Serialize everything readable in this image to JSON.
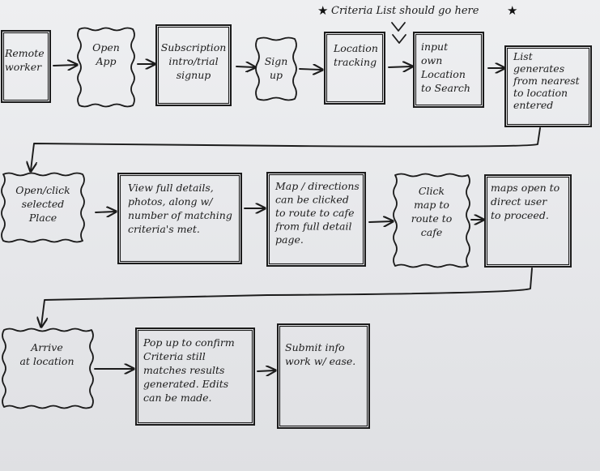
{
  "note": {
    "text": "Criteria List should go here",
    "star_left": "★",
    "star_right": "★"
  },
  "nodes": [
    {
      "id": "n1",
      "shape": "box",
      "lines": [
        "Remote",
        "worker"
      ]
    },
    {
      "id": "n2",
      "shape": "wavy",
      "lines": [
        "Open",
        "App"
      ]
    },
    {
      "id": "n3",
      "shape": "box",
      "lines": [
        "Subscription",
        "intro/trial",
        "signup"
      ]
    },
    {
      "id": "n4",
      "shape": "wavy",
      "lines": [
        "Sign",
        "up"
      ]
    },
    {
      "id": "n5",
      "shape": "box",
      "lines": [
        "Location",
        "tracking"
      ]
    },
    {
      "id": "n6",
      "shape": "box",
      "lines": [
        "input",
        "own",
        "Location",
        "to Search"
      ]
    },
    {
      "id": "n7",
      "shape": "box",
      "lines": [
        "List",
        "generates",
        "from nearest",
        "to location",
        "entered"
      ]
    },
    {
      "id": "n8",
      "shape": "wavy",
      "lines": [
        "Open/click",
        "selected",
        "Place"
      ]
    },
    {
      "id": "n9",
      "shape": "box",
      "lines": [
        "View full details,",
        "photos, along w/",
        "number of matching",
        "criteria's met."
      ]
    },
    {
      "id": "n10",
      "shape": "box",
      "lines": [
        "Map / directions",
        "can be clicked",
        "to route to cafe",
        "from full detail",
        "page."
      ]
    },
    {
      "id": "n11",
      "shape": "wavy",
      "lines": [
        "Click",
        "map to",
        "route to",
        "cafe"
      ]
    },
    {
      "id": "n12",
      "shape": "box",
      "lines": [
        "maps open to",
        "direct user",
        "to proceed."
      ]
    },
    {
      "id": "n13",
      "shape": "wavy",
      "lines": [
        "Arrive",
        "at location"
      ]
    },
    {
      "id": "n14",
      "shape": "box",
      "lines": [
        "Pop up to confirm",
        "Criteria still",
        "matches results",
        "generated. Edits",
        "can be made."
      ]
    },
    {
      "id": "n15",
      "shape": "box",
      "lines": [
        "Submit info",
        "work w/ ease."
      ]
    }
  ],
  "edges": [
    [
      "n1",
      "n2"
    ],
    [
      "n2",
      "n3"
    ],
    [
      "n3",
      "n4"
    ],
    [
      "n4",
      "n5"
    ],
    [
      "n5",
      "n6"
    ],
    [
      "n6",
      "n7"
    ],
    [
      "n7",
      "n8"
    ],
    [
      "n8",
      "n9"
    ],
    [
      "n9",
      "n10"
    ],
    [
      "n10",
      "n11"
    ],
    [
      "n11",
      "n12"
    ],
    [
      "n12",
      "n13"
    ],
    [
      "n13",
      "n14"
    ],
    [
      "n14",
      "n15"
    ]
  ],
  "colors": {
    "ink": "#1b1b1b",
    "paper": "#e9eaec"
  }
}
